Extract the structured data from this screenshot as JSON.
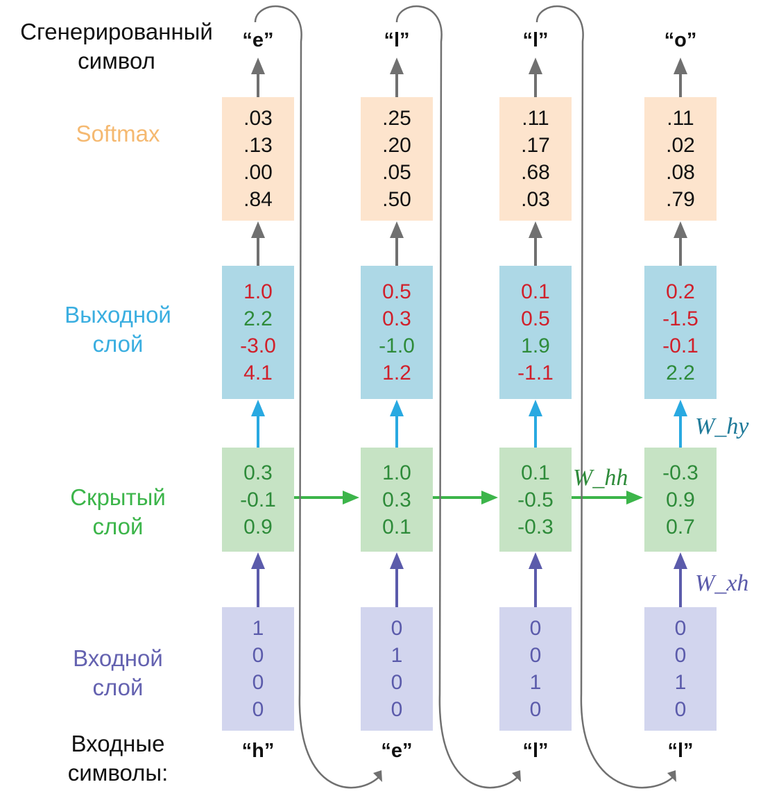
{
  "labels": {
    "generated": [
      "Сгенерированный",
      "символ"
    ],
    "softmax": "Softmax",
    "output": [
      "Выходной",
      "слой"
    ],
    "hidden": [
      "Скрытый",
      "слой"
    ],
    "input": [
      "Входной",
      "слой"
    ],
    "input_chars": [
      "Входные",
      "символы:"
    ]
  },
  "weights": {
    "w_hh": "W_hh",
    "w_hy": "W_hy",
    "w_xh": "W_xh"
  },
  "steps": [
    {
      "generated": "“e”",
      "softmax": [
        ".03",
        ".13",
        ".00",
        ".84"
      ],
      "output": [
        "1.0",
        "2.2",
        "-3.0",
        "4.1"
      ],
      "hidden": [
        "0.3",
        "-0.1",
        "0.9"
      ],
      "input": [
        "1",
        "0",
        "0",
        "0"
      ],
      "input_char": "“h”"
    },
    {
      "generated": "“l”",
      "softmax": [
        ".25",
        ".20",
        ".05",
        ".50"
      ],
      "output": [
        "0.5",
        "0.3",
        "-1.0",
        "1.2"
      ],
      "hidden": [
        "1.0",
        "0.3",
        "0.1"
      ],
      "input": [
        "0",
        "1",
        "0",
        "0"
      ],
      "input_char": "“e”"
    },
    {
      "generated": "“l”",
      "softmax": [
        ".11",
        ".17",
        ".68",
        ".03"
      ],
      "output": [
        "0.1",
        "0.5",
        "1.9",
        "-1.1"
      ],
      "hidden": [
        "0.1",
        "-0.5",
        "-0.3"
      ],
      "input": [
        "0",
        "0",
        "1",
        "0"
      ],
      "input_char": "“l”"
    },
    {
      "generated": "“o”",
      "softmax": [
        ".11",
        ".02",
        ".08",
        ".79"
      ],
      "output": [
        "0.2",
        "-1.5",
        "-0.1",
        "2.2"
      ],
      "hidden": [
        "-0.3",
        "0.9",
        "0.7"
      ],
      "input": [
        "0",
        "0",
        "1",
        "0"
      ],
      "input_char": "“l”"
    }
  ],
  "output_value_colors": [
    [
      "red",
      "green",
      "red",
      "red"
    ],
    [
      "red",
      "red",
      "green",
      "red"
    ],
    [
      "red",
      "red",
      "green",
      "red"
    ],
    [
      "red",
      "red",
      "red",
      "green"
    ]
  ],
  "colors": {
    "softmax_label": "#f5b971",
    "output_label": "#3aaee0",
    "hidden_label": "#3cb54a",
    "input_label": "#6462b0",
    "hidden_value": "#2e8b3a",
    "red_value": "#d0202b",
    "green_value": "#2e8b3a",
    "gray_arrow": "#707070",
    "blue_arrow": "#29a9e1",
    "green_arrow": "#3cb54a",
    "purple_arrow": "#5b5bab",
    "weight_green": "#2e8b3a",
    "weight_teal": "#1f7a99",
    "weight_purple": "#5b5bab"
  }
}
